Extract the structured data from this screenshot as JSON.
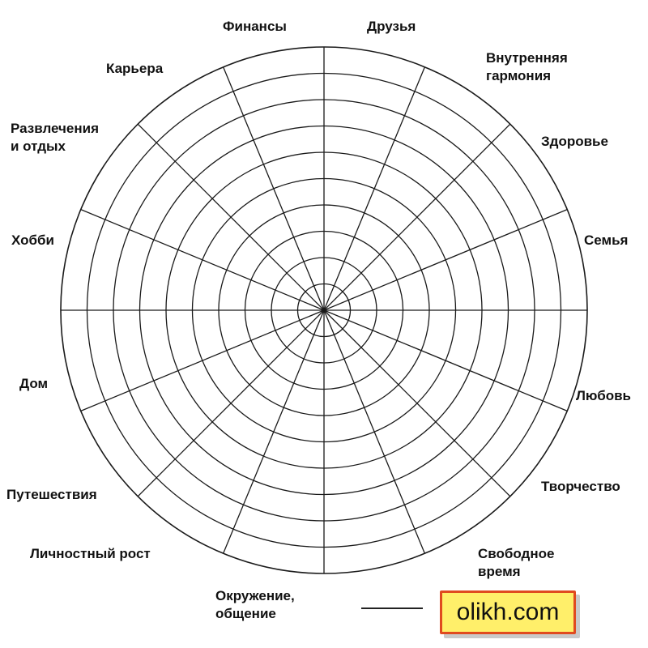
{
  "wheel": {
    "sector_count": 16,
    "ring_count": 10,
    "line_color": "#1a1a1a",
    "labels": {
      "finance": "Финансы",
      "friends": "Друзья",
      "inner_harmony": [
        "Внутренняя",
        "гармония"
      ],
      "health": "Здоровье",
      "family": "Семья",
      "love": "Любовь",
      "creativity": "Творчество",
      "free_time": [
        "Свободное",
        "время"
      ],
      "environment": [
        "Окружение,",
        "общение"
      ],
      "personal_growth": "Личностный рост",
      "travel": "Путешествия",
      "home": "Дом",
      "hobby": "Хобби",
      "leisure": [
        "Развлечения",
        "и отдых"
      ],
      "career": "Карьера"
    }
  },
  "watermark": {
    "text": "olikh.com",
    "background": "#ffef6a",
    "border": "#e04a1f"
  }
}
